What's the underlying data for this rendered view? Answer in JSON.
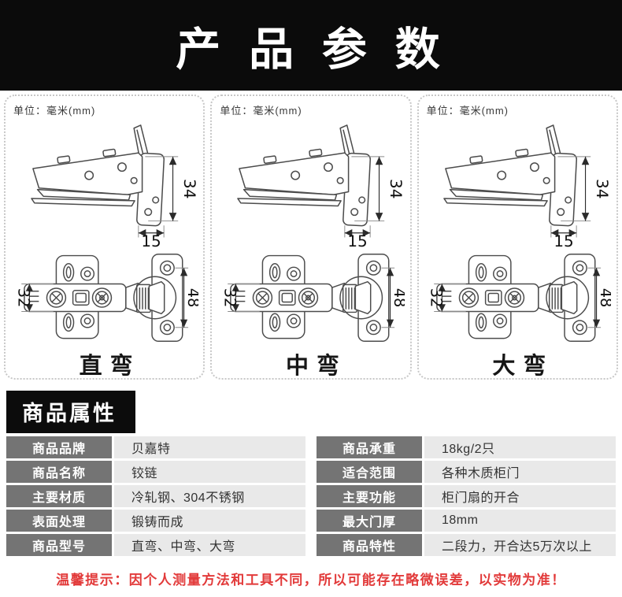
{
  "header": {
    "title": "产 品 参 数"
  },
  "panels": [
    {
      "unit_label": "单位：毫米(mm)",
      "name": "直弯",
      "dims": {
        "side_height": "34",
        "side_depth": "15",
        "arm_width": "32",
        "plate_height": "48"
      }
    },
    {
      "unit_label": "单位：毫米(mm)",
      "name": "中弯",
      "dims": {
        "side_height": "34",
        "side_depth": "15",
        "arm_width": "32",
        "plate_height": "48"
      }
    },
    {
      "unit_label": "单位：毫米(mm)",
      "name": "大弯",
      "dims": {
        "side_height": "34",
        "side_depth": "15",
        "arm_width": "32",
        "plate_height": "48"
      }
    }
  ],
  "attributes": {
    "section_title": "商品属性",
    "left_rows": [
      {
        "label": "商品品牌",
        "value": "贝嘉特"
      },
      {
        "label": "商品名称",
        "value": "铰链"
      },
      {
        "label": "主要材质",
        "value": "冷轧钢、304不锈钢"
      },
      {
        "label": "表面处理",
        "value": "锻铸而成"
      },
      {
        "label": "商品型号",
        "value": "直弯、中弯、大弯"
      }
    ],
    "right_rows": [
      {
        "label": "商品承重",
        "value": "18kg/2只"
      },
      {
        "label": "适合范围",
        "value": "各种木质柜门"
      },
      {
        "label": "主要功能",
        "value": "柜门扇的开合"
      },
      {
        "label": "最大门厚",
        "value": "18mm"
      },
      {
        "label": "商品特性",
        "value": "二段力，开合达5万次以上"
      }
    ]
  },
  "footer": {
    "tip": "温馨提示：因个人测量方法和工具不同，所以可能存在略微误差，以实物为准！"
  },
  "colors": {
    "banner_bg": "#0b0b0b",
    "label_bg": "#747474",
    "value_bg": "#e9e9e9",
    "tip_red": "#e23a3a"
  }
}
